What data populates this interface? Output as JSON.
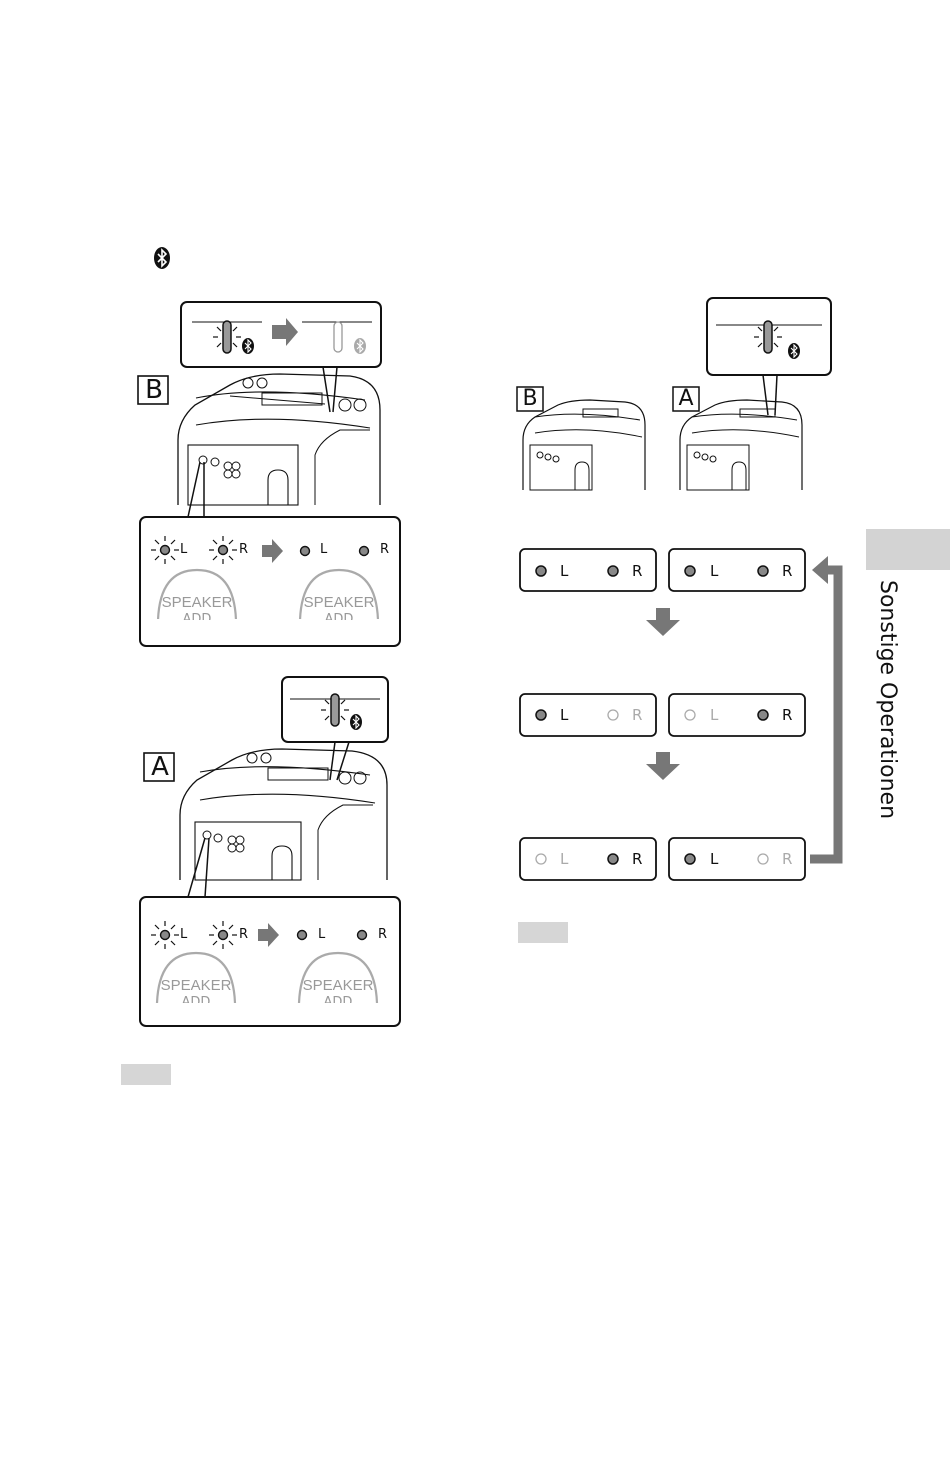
{
  "side_tab": {
    "label": "Sonstige Operationen"
  },
  "labels": {
    "speaker_a": "A",
    "speaker_b": "B"
  },
  "indicator": {
    "left": "L",
    "right": "R"
  },
  "button": {
    "line1": "SPEAKER",
    "line2": "ADD"
  },
  "sequence": [
    {
      "left_unit": [
        "on",
        "on"
      ],
      "right_unit": [
        "on",
        "on"
      ]
    },
    {
      "left_unit": [
        "on",
        "off"
      ],
      "right_unit": [
        "off",
        "on"
      ]
    },
    {
      "left_unit": [
        "off",
        "on"
      ],
      "right_unit": [
        "on",
        "off"
      ]
    }
  ],
  "colors": {
    "outline": "#111111",
    "light_gray": "#d3d3d3",
    "led_on": "#8a8a8a",
    "arrow": "#7a7a7a",
    "text_off": "#aaaaaa"
  }
}
